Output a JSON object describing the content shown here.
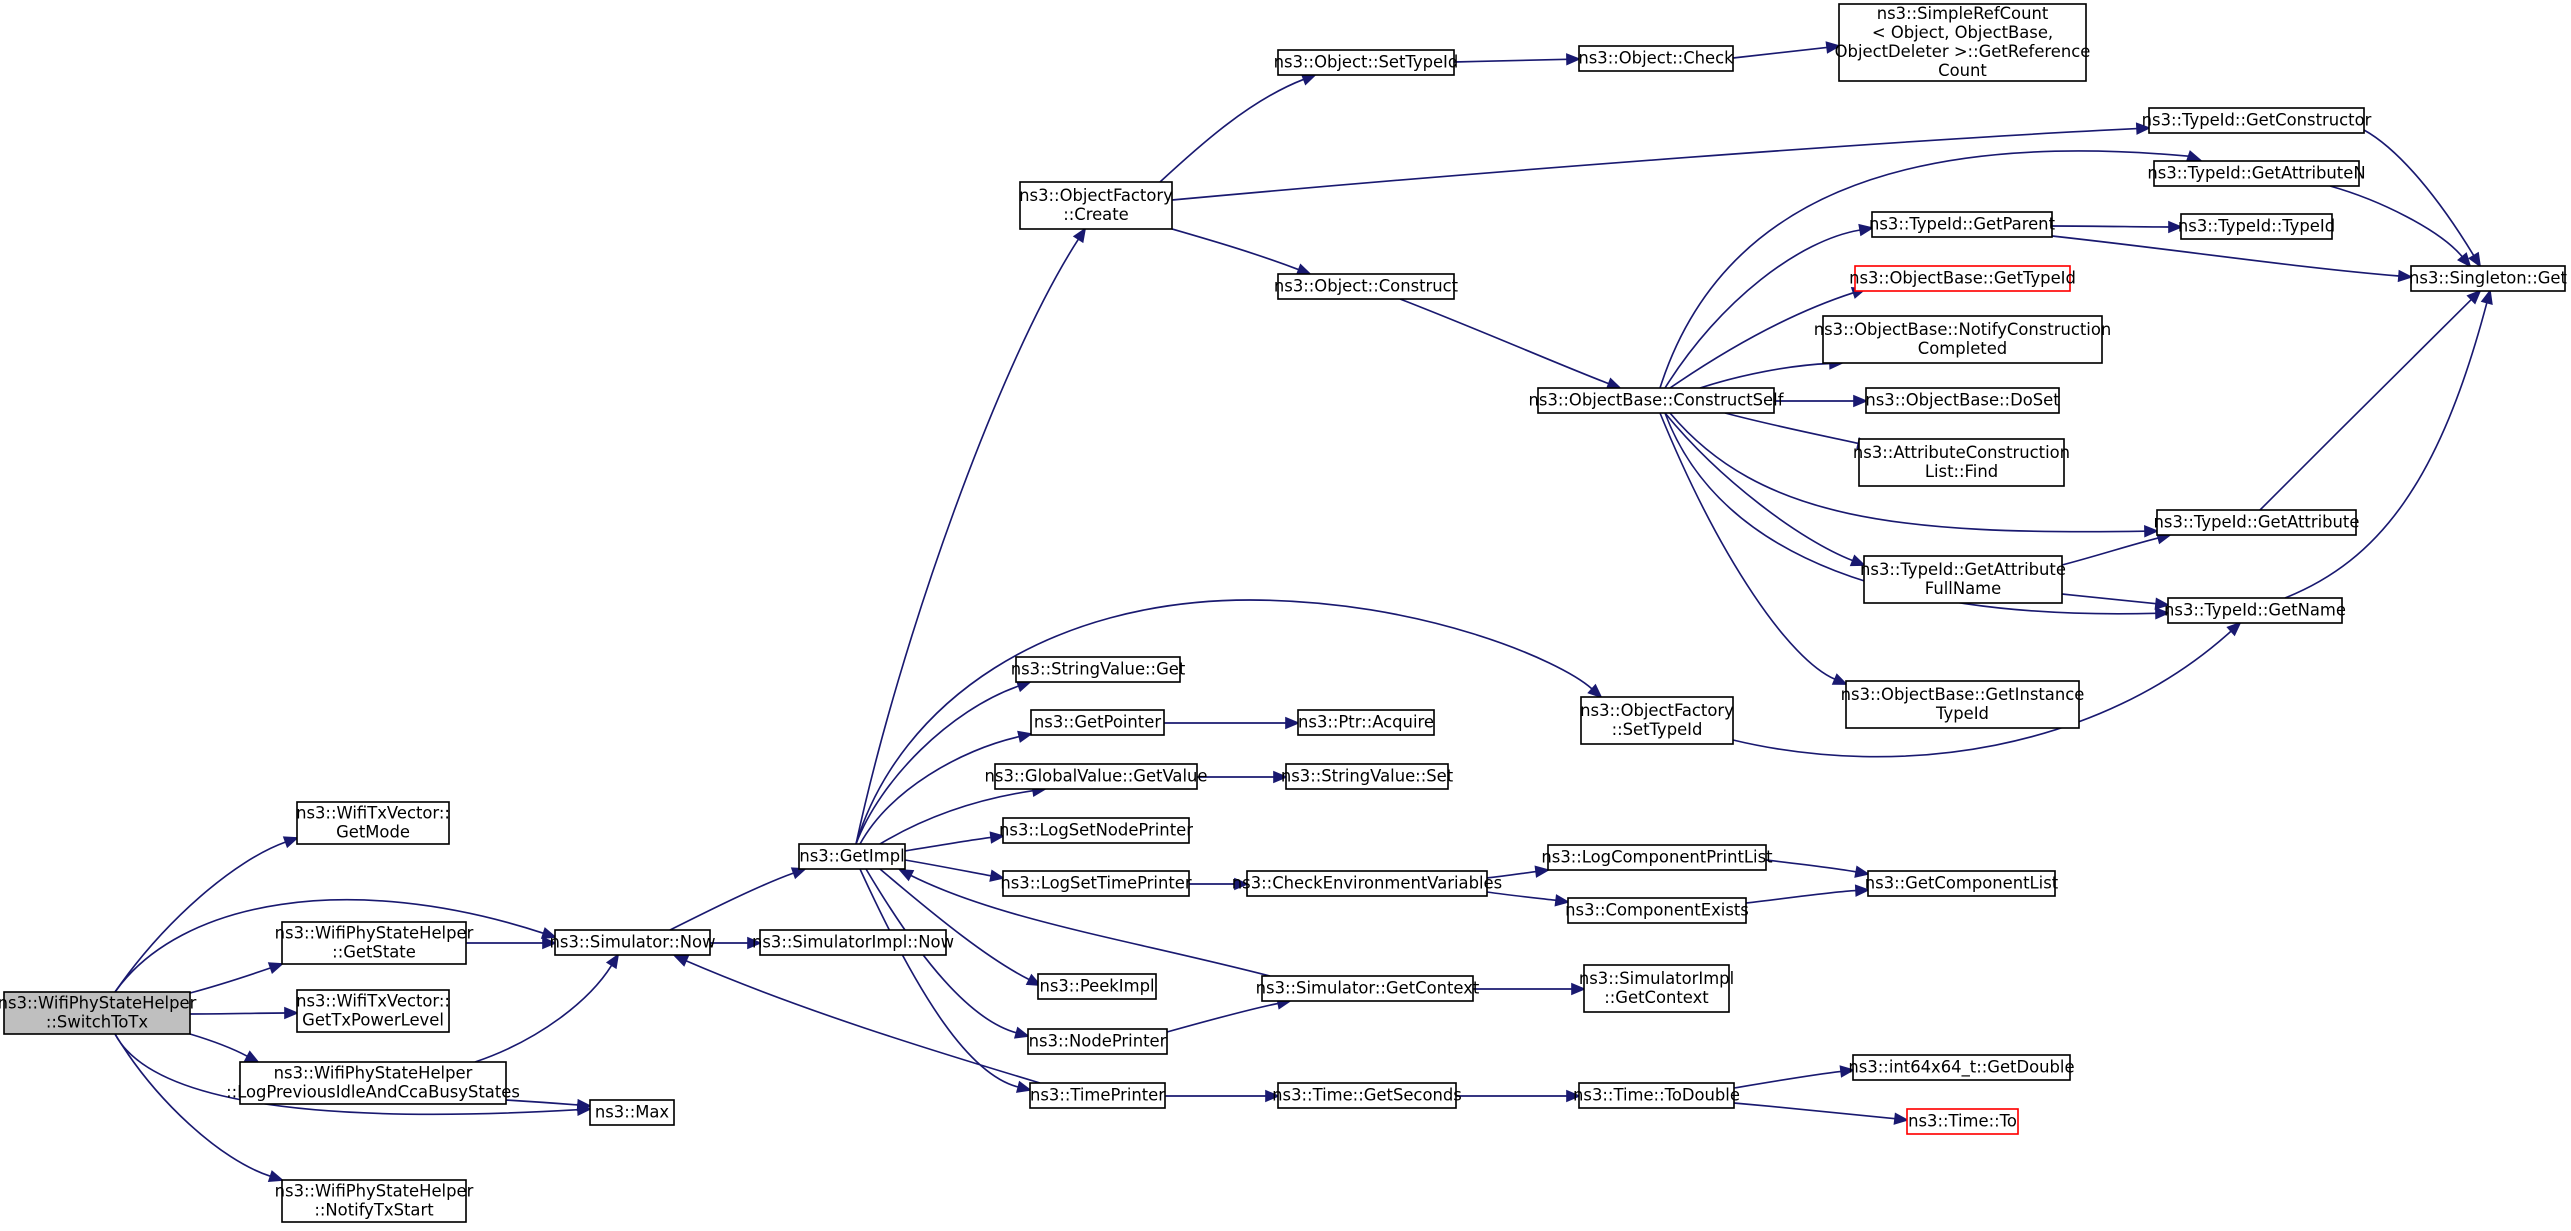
{
  "graph": {
    "nodes": [
      {
        "id": "switch_to_tx",
        "lines": [
          "ns3::WifiPhyStateHelper",
          "::SwitchToTx"
        ],
        "root": true
      },
      {
        "id": "get_mode",
        "lines": [
          "ns3::WifiTxVector::",
          "GetMode"
        ]
      },
      {
        "id": "simulator_now",
        "lines": [
          "ns3::Simulator::Now"
        ]
      },
      {
        "id": "get_state",
        "lines": [
          "ns3::WifiPhyStateHelper",
          "::GetState"
        ]
      },
      {
        "id": "get_tx_power_level",
        "lines": [
          "ns3::WifiTxVector::",
          "GetTxPowerLevel"
        ]
      },
      {
        "id": "log_previous_idle",
        "lines": [
          "ns3::WifiPhyStateHelper",
          "::LogPreviousIdleAndCcaBusyStates"
        ]
      },
      {
        "id": "max",
        "lines": [
          "ns3::Max"
        ]
      },
      {
        "id": "notify_tx_start",
        "lines": [
          "ns3::WifiPhyStateHelper",
          "::NotifyTxStart"
        ]
      },
      {
        "id": "get_impl",
        "lines": [
          "ns3::GetImpl"
        ]
      },
      {
        "id": "simulator_impl_now",
        "lines": [
          "ns3::SimulatorImpl::Now"
        ]
      },
      {
        "id": "object_factory_create",
        "lines": [
          "ns3::ObjectFactory",
          "::Create"
        ]
      },
      {
        "id": "string_value_get",
        "lines": [
          "ns3::StringValue::Get"
        ]
      },
      {
        "id": "get_pointer",
        "lines": [
          "ns3::GetPointer"
        ]
      },
      {
        "id": "global_value_get_value",
        "lines": [
          "ns3::GlobalValue::GetValue"
        ]
      },
      {
        "id": "log_set_node_printer",
        "lines": [
          "ns3::LogSetNodePrinter"
        ]
      },
      {
        "id": "log_set_time_printer",
        "lines": [
          "ns3::LogSetTimePrinter"
        ]
      },
      {
        "id": "peek_impl",
        "lines": [
          "ns3::PeekImpl"
        ]
      },
      {
        "id": "node_printer",
        "lines": [
          "ns3::NodePrinter"
        ]
      },
      {
        "id": "time_printer",
        "lines": [
          "ns3::TimePrinter"
        ]
      },
      {
        "id": "object_set_type_id",
        "lines": [
          "ns3::Object::SetTypeId"
        ]
      },
      {
        "id": "object_construct",
        "lines": [
          "ns3::Object::Construct"
        ]
      },
      {
        "id": "ptr_acquire",
        "lines": [
          "ns3::Ptr::Acquire"
        ]
      },
      {
        "id": "string_value_set",
        "lines": [
          "ns3::StringValue::Set"
        ]
      },
      {
        "id": "check_env_vars",
        "lines": [
          "ns3::CheckEnvironmentVariables"
        ]
      },
      {
        "id": "simulator_get_context",
        "lines": [
          "ns3::Simulator::GetContext"
        ]
      },
      {
        "id": "time_get_seconds",
        "lines": [
          "ns3::Time::GetSeconds"
        ]
      },
      {
        "id": "object_check",
        "lines": [
          "ns3::Object::Check"
        ]
      },
      {
        "id": "construct_self",
        "lines": [
          "ns3::ObjectBase::ConstructSelf"
        ]
      },
      {
        "id": "object_factory_set_type_id",
        "lines": [
          "ns3::ObjectFactory",
          "::SetTypeId"
        ]
      },
      {
        "id": "log_component_print_list",
        "lines": [
          "ns3::LogComponentPrintList"
        ]
      },
      {
        "id": "component_exists",
        "lines": [
          "ns3::ComponentExists"
        ]
      },
      {
        "id": "simulator_impl_get_context",
        "lines": [
          "ns3::SimulatorImpl",
          "::GetContext"
        ]
      },
      {
        "id": "time_to_double",
        "lines": [
          "ns3::Time::ToDouble"
        ]
      },
      {
        "id": "simple_ref_count",
        "lines": [
          "ns3::SimpleRefCount",
          "< Object, ObjectBase,",
          " ObjectDeleter >::GetReference",
          "Count"
        ]
      },
      {
        "id": "type_id_get_parent",
        "lines": [
          "ns3::TypeId::GetParent"
        ]
      },
      {
        "id": "object_base_get_type_id",
        "lines": [
          "ns3::ObjectBase::GetTypeId"
        ],
        "highlight": true
      },
      {
        "id": "notify_construction_completed",
        "lines": [
          "ns3::ObjectBase::NotifyConstruction",
          "Completed"
        ]
      },
      {
        "id": "object_base_do_set",
        "lines": [
          "ns3::ObjectBase::DoSet"
        ]
      },
      {
        "id": "attribute_construction_list_find",
        "lines": [
          "ns3::AttributeConstruction",
          "List::Find"
        ]
      },
      {
        "id": "get_attribute_full_name",
        "lines": [
          "ns3::TypeId::GetAttribute",
          "FullName"
        ]
      },
      {
        "id": "get_instance_type_id",
        "lines": [
          "ns3::ObjectBase::GetInstance",
          "TypeId"
        ]
      },
      {
        "id": "get_component_list",
        "lines": [
          "ns3::GetComponentList"
        ]
      },
      {
        "id": "int64x64_get_double",
        "lines": [
          "ns3::int64x64_t::GetDouble"
        ]
      },
      {
        "id": "time_to",
        "lines": [
          "ns3::Time::To"
        ],
        "highlight": true
      },
      {
        "id": "type_id_get_constructor",
        "lines": [
          "ns3::TypeId::GetConstructor"
        ]
      },
      {
        "id": "type_id_get_attribute_n",
        "lines": [
          "ns3::TypeId::GetAttributeN"
        ]
      },
      {
        "id": "type_id_type_id",
        "lines": [
          "ns3::TypeId::TypeId"
        ]
      },
      {
        "id": "type_id_get_attribute",
        "lines": [
          "ns3::TypeId::GetAttribute"
        ]
      },
      {
        "id": "type_id_get_name",
        "lines": [
          "ns3::TypeId::GetName"
        ]
      },
      {
        "id": "singleton_get",
        "lines": [
          "ns3::Singleton::Get"
        ]
      }
    ],
    "edges": [
      [
        "switch_to_tx",
        "get_mode"
      ],
      [
        "switch_to_tx",
        "simulator_now"
      ],
      [
        "switch_to_tx",
        "get_state"
      ],
      [
        "switch_to_tx",
        "get_tx_power_level"
      ],
      [
        "switch_to_tx",
        "log_previous_idle"
      ],
      [
        "switch_to_tx",
        "max"
      ],
      [
        "switch_to_tx",
        "notify_tx_start"
      ],
      [
        "get_state",
        "simulator_now"
      ],
      [
        "log_previous_idle",
        "simulator_now"
      ],
      [
        "log_previous_idle",
        "max"
      ],
      [
        "simulator_now",
        "get_impl"
      ],
      [
        "simulator_now",
        "simulator_impl_now"
      ],
      [
        "get_impl",
        "object_factory_create"
      ],
      [
        "get_impl",
        "object_factory_set_type_id"
      ],
      [
        "get_impl",
        "string_value_get"
      ],
      [
        "get_impl",
        "get_pointer"
      ],
      [
        "get_impl",
        "global_value_get_value"
      ],
      [
        "get_impl",
        "log_set_node_printer"
      ],
      [
        "get_impl",
        "log_set_time_printer"
      ],
      [
        "get_impl",
        "peek_impl"
      ],
      [
        "get_impl",
        "node_printer"
      ],
      [
        "get_impl",
        "time_printer"
      ],
      [
        "object_factory_create",
        "object_set_type_id"
      ],
      [
        "object_factory_create",
        "type_id_get_constructor"
      ],
      [
        "object_factory_create",
        "object_construct"
      ],
      [
        "object_set_type_id",
        "object_check"
      ],
      [
        "object_check",
        "simple_ref_count"
      ],
      [
        "object_construct",
        "construct_self"
      ],
      [
        "construct_self",
        "type_id_get_attribute_n"
      ],
      [
        "construct_self",
        "type_id_get_parent"
      ],
      [
        "construct_self",
        "object_base_get_type_id"
      ],
      [
        "construct_self",
        "notify_construction_completed"
      ],
      [
        "construct_self",
        "object_base_do_set"
      ],
      [
        "construct_self",
        "attribute_construction_list_find"
      ],
      [
        "construct_self",
        "type_id_get_attribute"
      ],
      [
        "construct_self",
        "get_attribute_full_name"
      ],
      [
        "construct_self",
        "type_id_get_name"
      ],
      [
        "construct_self",
        "get_instance_type_id"
      ],
      [
        "type_id_get_parent",
        "type_id_type_id"
      ],
      [
        "type_id_get_parent",
        "singleton_get"
      ],
      [
        "type_id_get_constructor",
        "singleton_get"
      ],
      [
        "type_id_get_attribute_n",
        "singleton_get"
      ],
      [
        "type_id_get_attribute",
        "singleton_get"
      ],
      [
        "type_id_get_name",
        "singleton_get"
      ],
      [
        "get_attribute_full_name",
        "type_id_get_attribute"
      ],
      [
        "get_attribute_full_name",
        "type_id_get_name"
      ],
      [
        "object_factory_set_type_id",
        "type_id_get_name"
      ],
      [
        "get_pointer",
        "ptr_acquire"
      ],
      [
        "global_value_get_value",
        "string_value_set"
      ],
      [
        "log_set_time_printer",
        "check_env_vars"
      ],
      [
        "check_env_vars",
        "log_component_print_list"
      ],
      [
        "check_env_vars",
        "component_exists"
      ],
      [
        "log_component_print_list",
        "get_component_list"
      ],
      [
        "component_exists",
        "get_component_list"
      ],
      [
        "node_printer",
        "simulator_get_context"
      ],
      [
        "simulator_get_context",
        "get_impl"
      ],
      [
        "simulator_get_context",
        "simulator_impl_get_context"
      ],
      [
        "time_printer",
        "simulator_now"
      ],
      [
        "time_printer",
        "time_get_seconds"
      ],
      [
        "time_get_seconds",
        "time_to_double"
      ],
      [
        "time_to_double",
        "int64x64_get_double"
      ],
      [
        "time_to_double",
        "time_to"
      ]
    ]
  }
}
